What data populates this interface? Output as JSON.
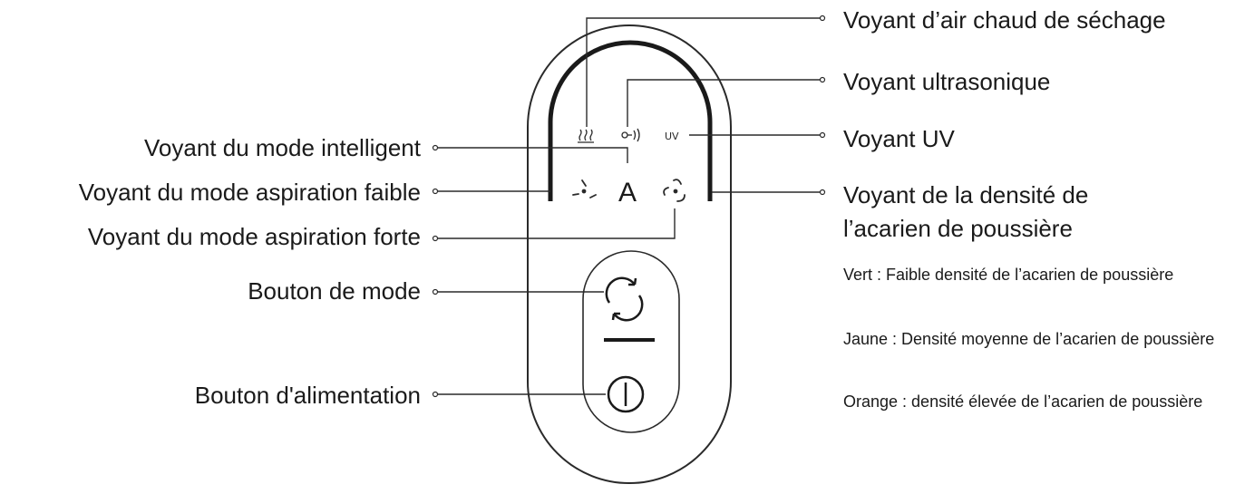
{
  "panel_symbols": {
    "uv": "UV",
    "intelligent": "A"
  },
  "labels_left": {
    "intelligent_mode": "Voyant du mode intelligent",
    "low_suction": "Voyant du mode aspiration faible",
    "high_suction": "Voyant du mode aspiration forte",
    "mode_button": "Bouton de mode",
    "power_button": "Bouton d'alimentation"
  },
  "labels_right": {
    "hot_air": "Voyant d’air chaud de séchage",
    "ultrasonic": "Voyant ultrasonique",
    "uv": "Voyant UV",
    "mite_density_line1": "Voyant de la densité de",
    "mite_density_line2": "l’acarien de poussière"
  },
  "density_levels": [
    {
      "text": "Vert : Faible densité de l’acarien de poussière"
    },
    {
      "text": "Jaune : Densité moyenne de l’acarien de poussière"
    },
    {
      "text": "Orange : densité élevée de l’acarien de poussière"
    }
  ],
  "colors": {
    "line": "#2a2a2a",
    "text": "#1a1a1a",
    "background": "#ffffff"
  }
}
